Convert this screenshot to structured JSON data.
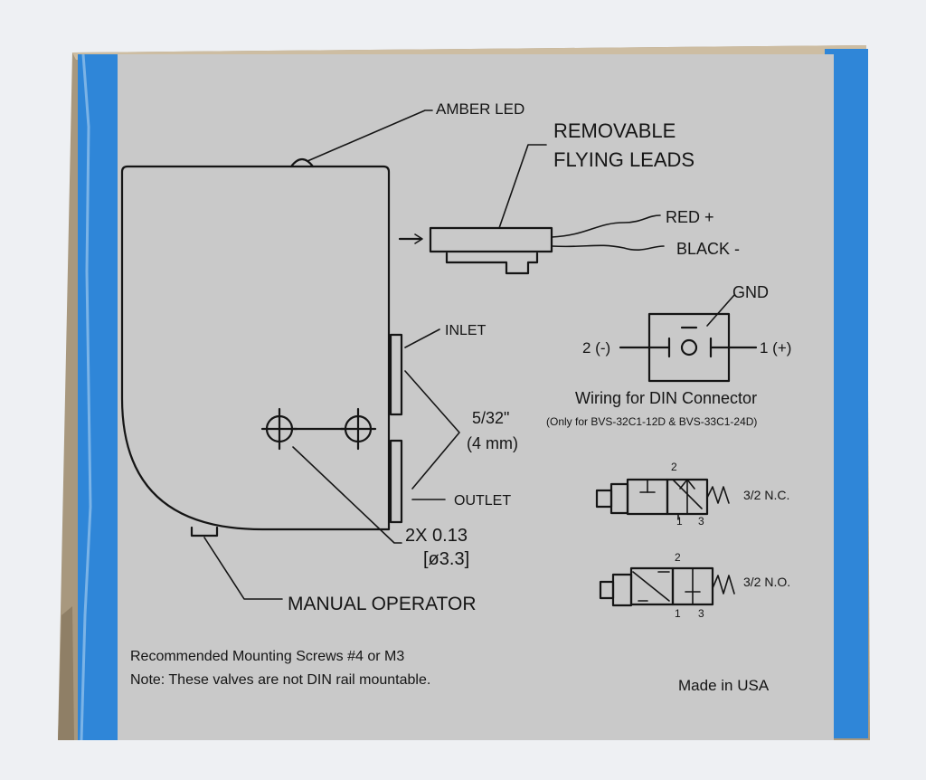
{
  "labels": {
    "amber_led": "AMBER LED",
    "removable_1": "REMOVABLE",
    "removable_2": "FLYING LEADS",
    "red": "RED +",
    "black": "BLACK -",
    "gnd": "GND",
    "pin2": "2 (-)",
    "pin1": "1 (+)",
    "inlet": "INLET",
    "outlet": "OUTLET",
    "size_in": "5/32\"",
    "size_mm": "(4 mm)",
    "hole_count": "2X  0.13",
    "hole_dia": "[ø3.3]",
    "manual_operator": "MANUAL OPERATOR",
    "din_title": "Wiring for DIN Connector",
    "din_note": "(Only for BVS-32C1-12D & BVS-33C1-24D)",
    "nc": "3/2 N.C.",
    "no": "3/2 N.O.",
    "port2": "2",
    "port1": "1",
    "port3": "3",
    "screws": "Recommended Mounting Screws #4 or M3",
    "din_rail": "Note: These valves are not DIN rail mountable.",
    "made_in": "Made in USA"
  },
  "colors": {
    "background": "#eef0f3",
    "panel": "#c9c9c9",
    "box_blue": "#2f86d8",
    "cardboard": "#a8987e",
    "ink": "#151515"
  }
}
